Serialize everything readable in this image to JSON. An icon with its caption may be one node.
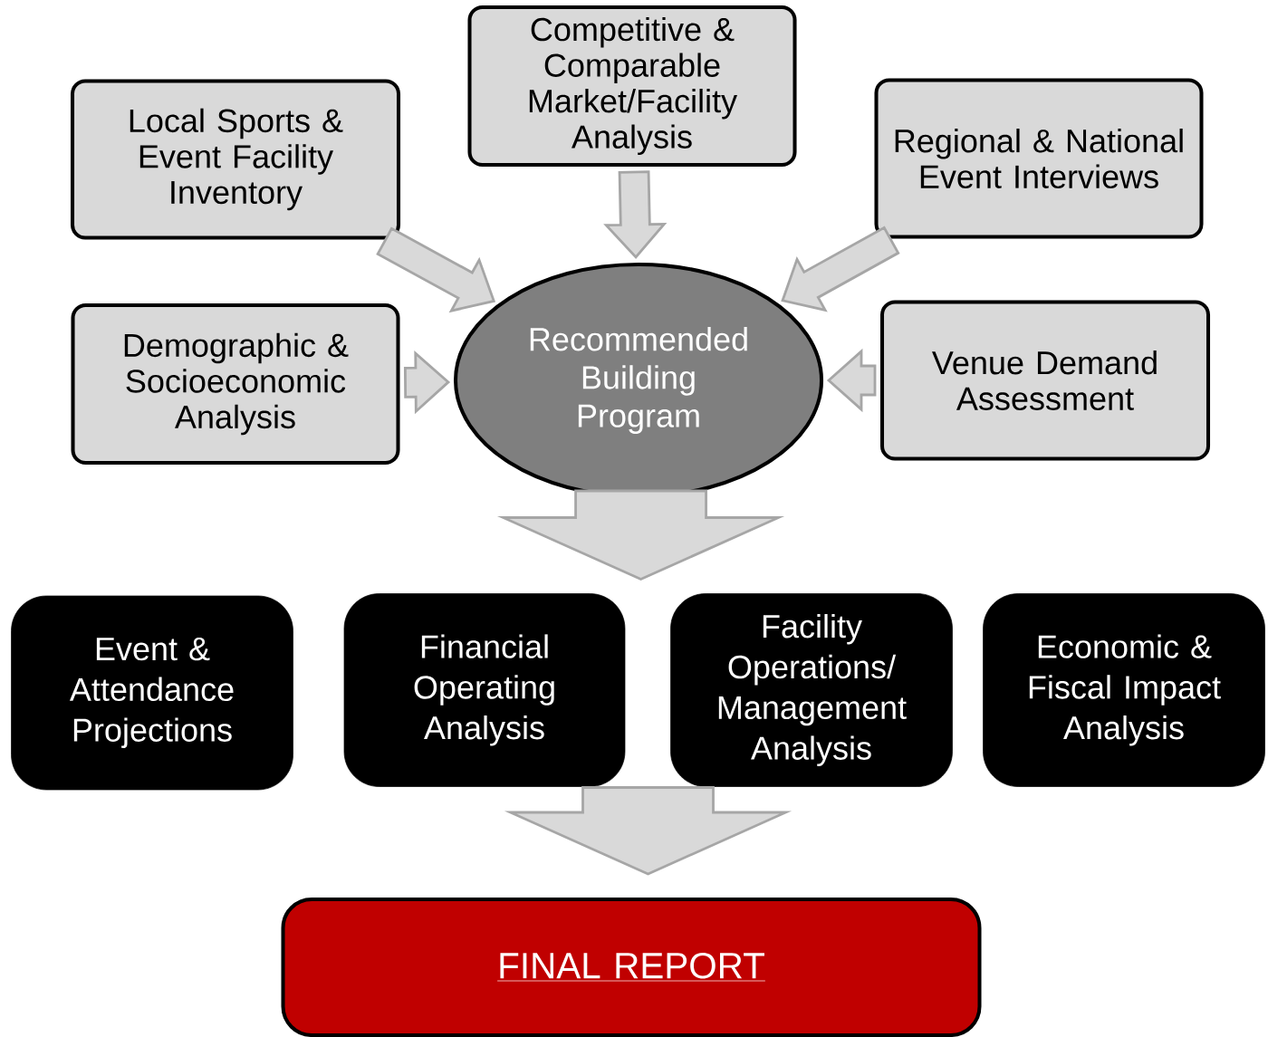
{
  "diagram": {
    "nodes": [
      {
        "text": [
          "Local Sports & Event Facility Inventory"
        ]
      },
      {
        "text": [
          "Competitive & Comparable Market/Facility Analysis"
        ]
      },
      {
        "text": [
          "Regional & National Event Interviews"
        ]
      },
      {
        "text": [
          "Demographic & Socioeconomic Analysis"
        ]
      },
      {
        "text": [
          "Recommended Building Program"
        ]
      },
      {
        "text": [
          "Venue Demand Assessment"
        ]
      },
      {
        "text": [
          "Event & Attendance Projections"
        ]
      },
      {
        "text": [
          "Financial Operating Analysis"
        ]
      },
      {
        "text": [
          "Facility Operations/ Management Analysis"
        ]
      },
      {
        "text": [
          "Economic & Fiscal Impact Analysis"
        ]
      },
      {
        "text": [
          "FINAL REPORT"
        ]
      }
    ],
    "edges": [
      {
        "from": 0,
        "to": 4,
        "arrow": "to"
      },
      {
        "from": 1,
        "to": 4,
        "arrow": "to"
      },
      {
        "from": 2,
        "to": 4,
        "arrow": "to"
      },
      {
        "from": 3,
        "to": 4,
        "arrow": "to"
      },
      {
        "from": 5,
        "to": 4,
        "arrow": "to"
      },
      {
        "from": 4,
        "to": 7,
        "arrow": "to"
      },
      {
        "from": 4,
        "to": 8,
        "arrow": "to"
      },
      {
        "from": 7,
        "to": 10,
        "arrow": "to"
      },
      {
        "from": 8,
        "to": 10,
        "arrow": "to"
      }
    ]
  }
}
